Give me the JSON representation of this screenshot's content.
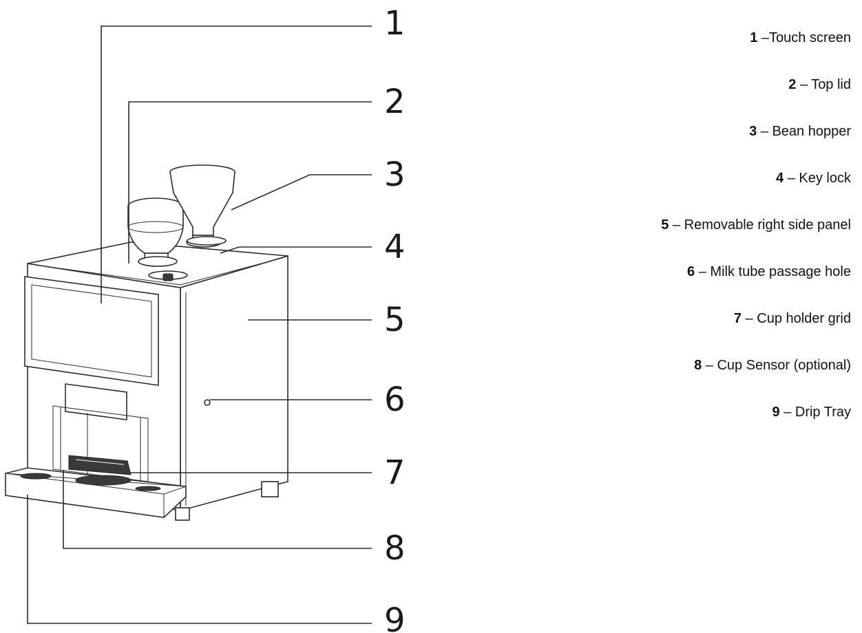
{
  "legend": [
    {
      "num": "1",
      "sep": " –",
      "text": "Touch screen"
    },
    {
      "num": "2",
      "sep": " – ",
      "text": "Top lid"
    },
    {
      "num": "3",
      "sep": " – ",
      "text": "Bean hopper"
    },
    {
      "num": "4",
      "sep": " – ",
      "text": "Key lock"
    },
    {
      "num": "5",
      "sep": " – ",
      "text": "Removable right side panel"
    },
    {
      "num": "6",
      "sep": " – ",
      "text": "Milk tube passage hole"
    },
    {
      "num": "7",
      "sep": " – ",
      "text": "Cup holder grid"
    },
    {
      "num": "8",
      "sep": " – ",
      "text": "Cup Sensor (optional)"
    },
    {
      "num": "9",
      "sep": " – ",
      "text": "Drip Tray"
    }
  ],
  "callouts": [
    "1",
    "2",
    "3",
    "4",
    "5",
    "6",
    "7",
    "8",
    "9"
  ]
}
